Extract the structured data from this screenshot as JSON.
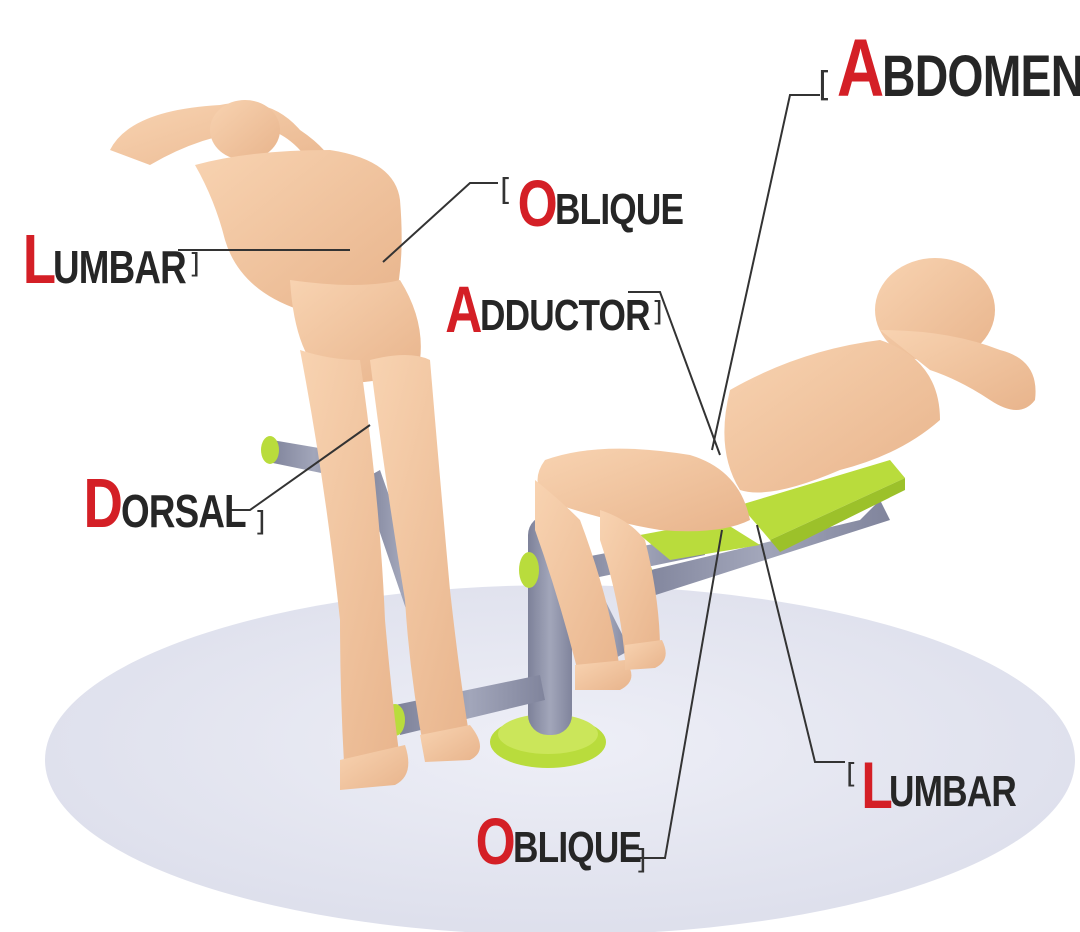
{
  "colors": {
    "skin": "#f5c9a3",
    "skin_shade": "#e3ad84",
    "frame": "#8f93a8",
    "accent_green": "#b9dc3c",
    "floor": "#e6e7f2",
    "label_initial": "#d41f26",
    "label_text": "#262626",
    "leader_line": "#333333"
  },
  "labels": {
    "abdomen": {
      "initial": "A",
      "rest": "BDOMEN",
      "bracket": "["
    },
    "oblique_top": {
      "initial": "O",
      "rest": "BLIQUE",
      "bracket": "["
    },
    "lumbar_left": {
      "initial": "L",
      "rest": "UMBAR",
      "bracket": "]"
    },
    "adductor": {
      "initial": "A",
      "rest": "DDUCTOR",
      "bracket": "]"
    },
    "dorsal": {
      "initial": "D",
      "rest": "ORSAL",
      "bracket": "]"
    },
    "lumbar_right": {
      "initial": "L",
      "rest": "UMBAR",
      "bracket": "["
    },
    "oblique_bottom": {
      "initial": "O",
      "rest": "BLIQUE",
      "bracket": "]"
    }
  },
  "figures": [
    {
      "name": "standing-figure",
      "icon": "standing-person-stretching-icon"
    },
    {
      "name": "seated-figure",
      "icon": "seated-person-crunch-icon"
    }
  ],
  "equipment": {
    "icon": "abdominal-bench-icon"
  }
}
